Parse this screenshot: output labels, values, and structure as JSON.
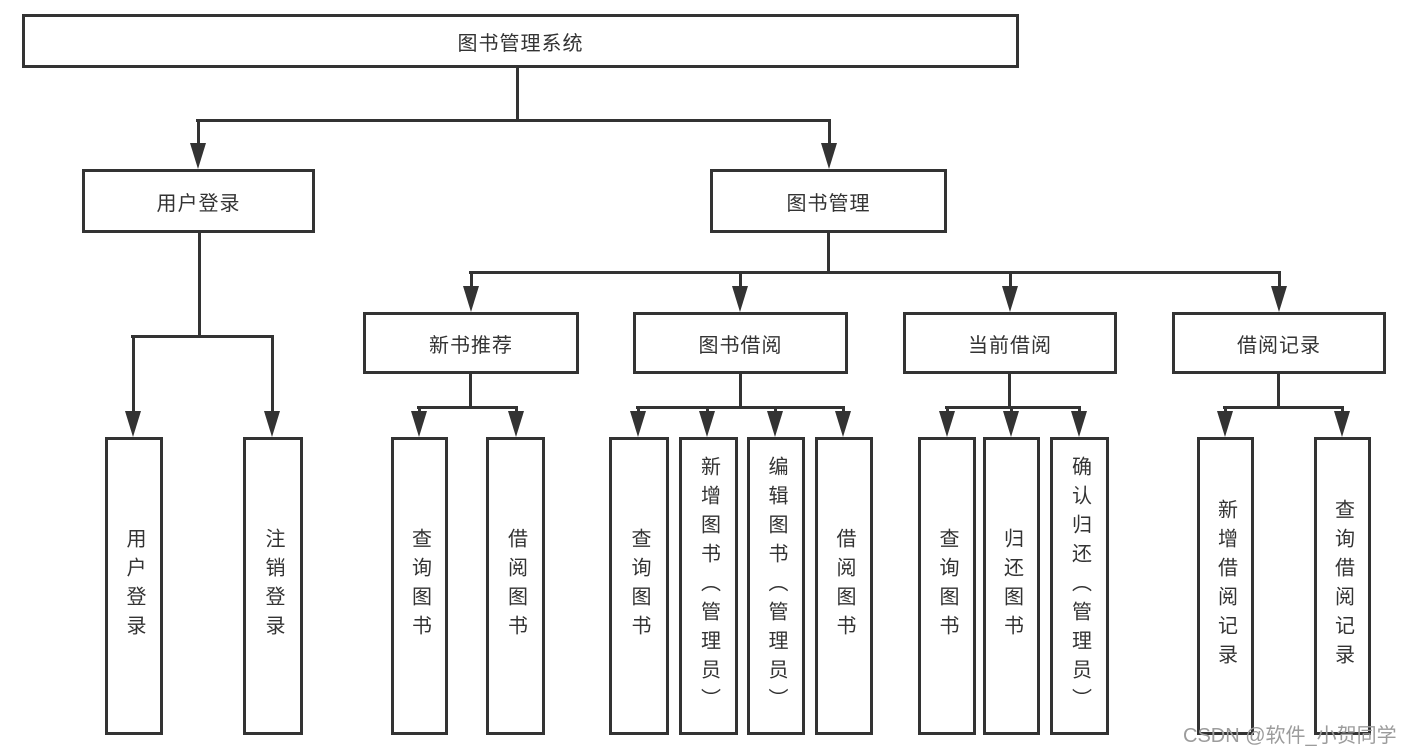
{
  "tree": {
    "root": "图书管理系统",
    "branches": [
      {
        "label": "用户登录",
        "children": [
          "用户登录",
          "注销登录"
        ]
      },
      {
        "label": "图书管理",
        "sections": [
          {
            "label": "新书推荐",
            "children": [
              "查询图书",
              "借阅图书"
            ]
          },
          {
            "label": "图书借阅",
            "children": [
              "查询图书",
              "新增图书（管理员）",
              "编辑图书（管理员）",
              "借阅图书"
            ]
          },
          {
            "label": "当前借阅",
            "children": [
              "查询图书",
              "归还图书",
              "确认归还（管理员）"
            ]
          },
          {
            "label": "借阅记录",
            "children": [
              "新增借阅记录",
              "查询借阅记录"
            ]
          }
        ]
      }
    ]
  },
  "watermark": "CSDN @软件_小贺同学",
  "colors": {
    "line": "#333333",
    "box_border": "#333333",
    "text": "#333333",
    "watermark": "#9c9c9c",
    "background": "#ffffff"
  }
}
